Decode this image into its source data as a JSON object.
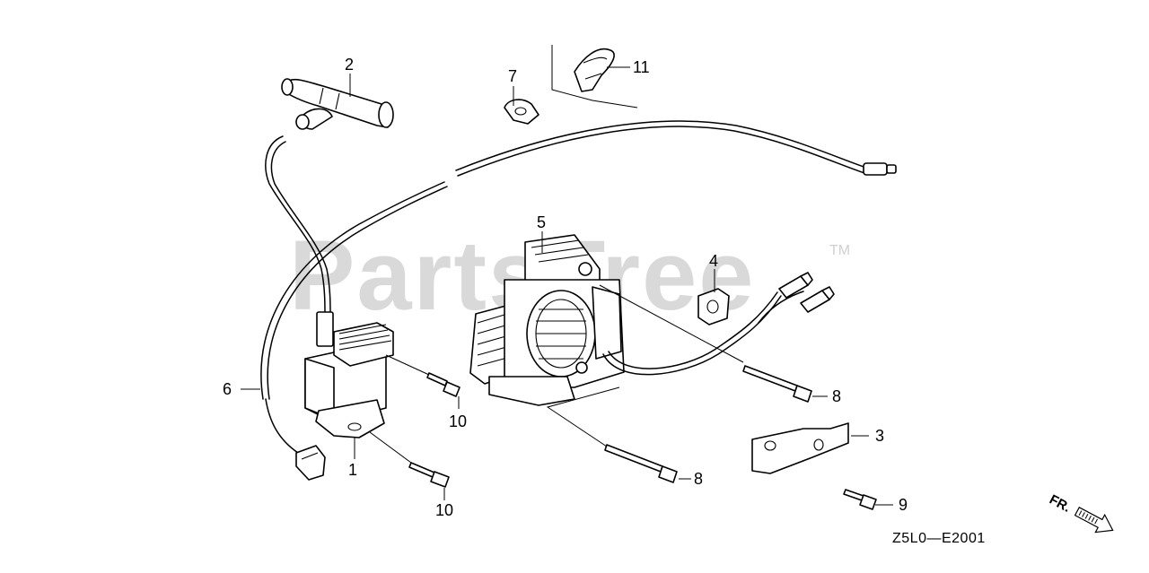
{
  "watermark": {
    "text": "PartsTree",
    "trademark": "TM"
  },
  "callouts": {
    "c1": "1",
    "c2": "2",
    "c3": "3",
    "c4": "4",
    "c5": "5",
    "c6": "6",
    "c7": "7",
    "c8a": "8",
    "c8b": "8",
    "c9": "9",
    "c10a": "10",
    "c10b": "10",
    "c11": "11"
  },
  "diagram_code": "Z5L0—E2001",
  "front_indicator": "FR."
}
